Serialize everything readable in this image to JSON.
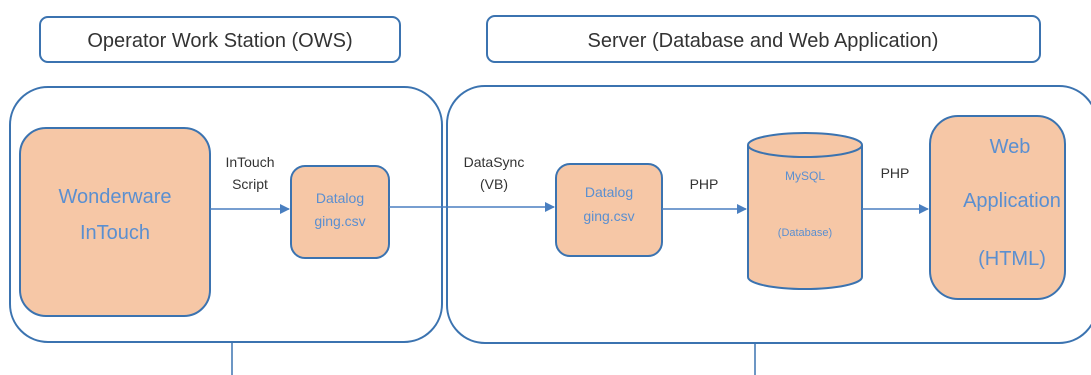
{
  "headers": {
    "ows": "Operator Work Station (OWS)",
    "server": "Server (Database and Web Application)"
  },
  "nodes": {
    "wonderware": {
      "line1": "Wonderware",
      "line2": "InTouch"
    },
    "datalog_ows": {
      "line1": "Datalog",
      "line2": "ging.csv"
    },
    "datalog_server": {
      "line1": "Datalog",
      "line2": "ging.csv"
    },
    "mysql": {
      "line1": "MySQL",
      "line2": "(Database)"
    },
    "webapp": {
      "line1": "Web",
      "line2": "Application",
      "line3": "(HTML)"
    }
  },
  "edges": {
    "intouch_script": {
      "line1": "InTouch",
      "line2": "Script"
    },
    "datasync": {
      "line1": "DataSync",
      "line2": "(VB)"
    },
    "php1": "PHP",
    "php2": "PHP"
  },
  "colors": {
    "box_border": "#3b73b0",
    "node_fill": "#f6c7a6",
    "node_border": "#3b73b0",
    "node_text": "#5b8fd0",
    "label_text": "#333333",
    "arrow": "#4a7fc0"
  }
}
